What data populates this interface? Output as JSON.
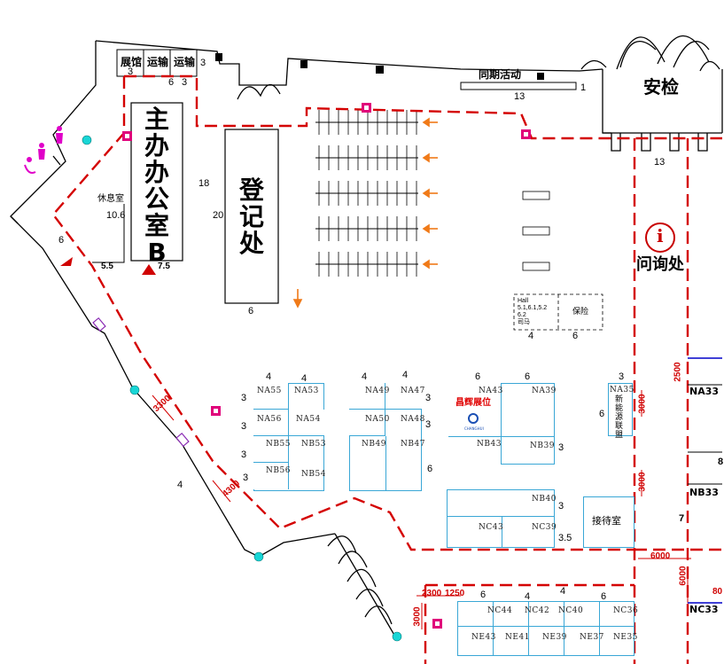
{
  "labels": {
    "exhibition_hall": "展馆",
    "transport1": "运输",
    "transport2": "运输",
    "concurrent_events": "同期活动",
    "security": "安检",
    "organizer_office_chars": [
      "主",
      "办",
      "办",
      "公",
      "室",
      "B"
    ],
    "lounge": "休息室",
    "registration_chars": [
      "登",
      "记",
      "处"
    ],
    "info_desk": "问询处",
    "info_icon": "i",
    "hall_info": [
      "Hall",
      "5.1,6.1,5.2",
      "6.2",
      "司马"
    ],
    "insurance": "保险",
    "reception": "接待室",
    "new_energy_chars": [
      "新",
      "能",
      "源",
      "联",
      "盟"
    ],
    "changhui": "昌辉展位",
    "changhui_logo": "CHANGHUI"
  },
  "dims": {
    "d3a": "3",
    "d6a": "6",
    "d3b": "3",
    "d3c": "3",
    "d1": "1",
    "d13a": "13",
    "d13b": "13",
    "d18": "18",
    "d10_6": "10.6",
    "d20": "20",
    "d6b": "6",
    "d5_5": "5.5",
    "d7_5": "7.5",
    "d6c": "6",
    "d4a": "4",
    "d6d": "6",
    "d4b": "4",
    "d4c": "4",
    "d4d": "4",
    "d4e": "4",
    "d6e": "6",
    "d6f": "6",
    "d3d": "3",
    "d3e": "3",
    "d3f": "3",
    "d3g": "3",
    "d3h": "3",
    "d3i": "3",
    "d3j": "3",
    "d6g": "6",
    "d6h": "6",
    "d3k": "3",
    "d3_5": "3.5",
    "d4f": "4",
    "d3l": "3",
    "d7": "7",
    "d6i": "6",
    "d4g": "4",
    "d4h": "4",
    "d6j": "6",
    "d8": "8"
  },
  "red_dims": {
    "r3300": "3300",
    "r4300": "4300",
    "r2500": "2500",
    "r3000a": "3000",
    "r3000b": "3000",
    "r6000a": "6000",
    "r6000b": "6000",
    "r2300": "2300",
    "r1250": "1250",
    "r3000c": "3000",
    "r800": "80"
  },
  "booths": {
    "NA55": "NA55",
    "NA53": "NA53",
    "NA56": "NA56",
    "NA54": "NA54",
    "NB55": "NB55",
    "NB53": "NB53",
    "NB56": "NB56",
    "NB54": "NB54",
    "NA49": "NA49",
    "NA47": "NA47",
    "NA50": "NA50",
    "NA48": "NA48",
    "NB49": "NB49",
    "NB47": "NB47",
    "NA43": "NA43",
    "NA39": "NA39",
    "NB43": "NB43",
    "NB39": "NB39",
    "NB40": "NB40",
    "NC43": "NC43",
    "NC39": "NC39",
    "NA35": "NA35",
    "NA33": "NA33",
    "NB33": "NB33",
    "NC33": "NC33",
    "NC44": "NC44",
    "NC42": "NC42",
    "NC40": "NC40",
    "NC36": "NC36",
    "NE43": "NE43",
    "NE41": "NE41",
    "NE39": "NE39",
    "NE37": "NE37",
    "NE35": "NE35"
  },
  "colors": {
    "route": "#d40000",
    "booth_border": "#3aa7d6",
    "restroom": "#e000c8",
    "extinguisher": "#18d6d6",
    "hydrant": "#e0007a",
    "arrow": "#f07a18",
    "info_circle": "#c80000",
    "changhui": "#e00000"
  }
}
